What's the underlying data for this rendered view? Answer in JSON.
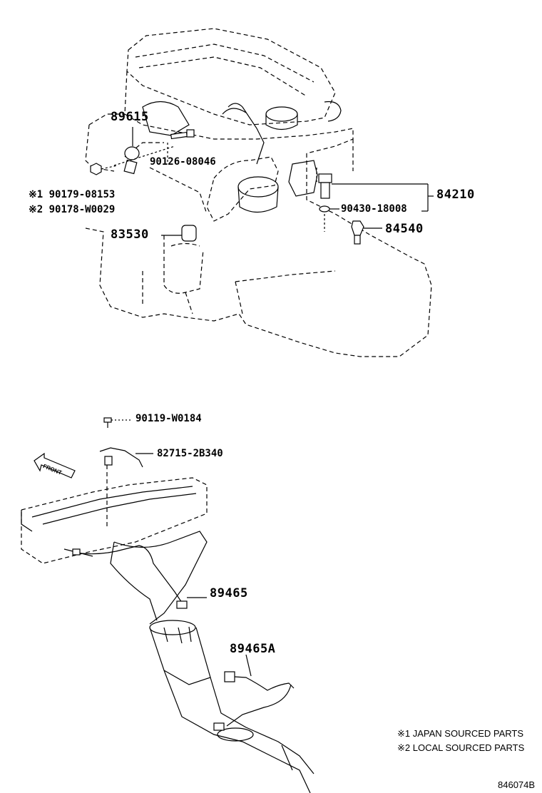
{
  "parts": {
    "p89615": "89615",
    "p90126": "90126-08046",
    "p90179": "※1 90179-08153",
    "p90178": "※2 90178-W0029",
    "p83530": "83530",
    "p84210": "84210",
    "p90430": "90430-18008",
    "p84540": "84540",
    "p90119": "90119-W0184",
    "p82715": "82715-2B340",
    "p89465": "89465",
    "p89465A": "89465A"
  },
  "front_arrow_label": "FRONT",
  "notes": {
    "note1": "※1 JAPAN SOURCED PARTS",
    "note2": "※2 LOCAL SOURCED PARTS"
  },
  "figure_id": "846074B"
}
